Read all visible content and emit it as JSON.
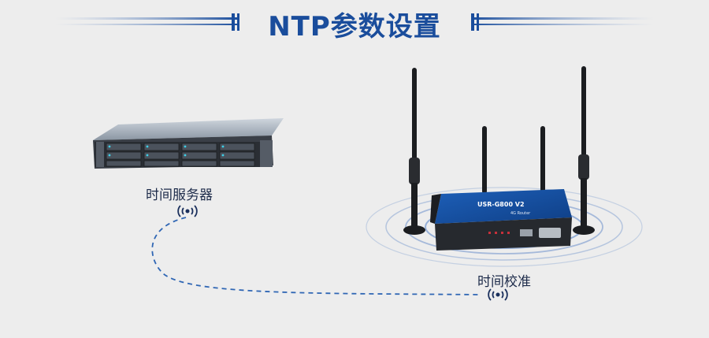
{
  "header": {
    "title": "NTP参数设置"
  },
  "server": {
    "label": "时间服务器"
  },
  "router": {
    "label": "时间校准",
    "model": "USR-G800 V2",
    "subtitle": "4G Router"
  },
  "colors": {
    "brand_blue": "#1a4d9c",
    "dash_line": "#2f66b4",
    "background": "#ededed"
  }
}
